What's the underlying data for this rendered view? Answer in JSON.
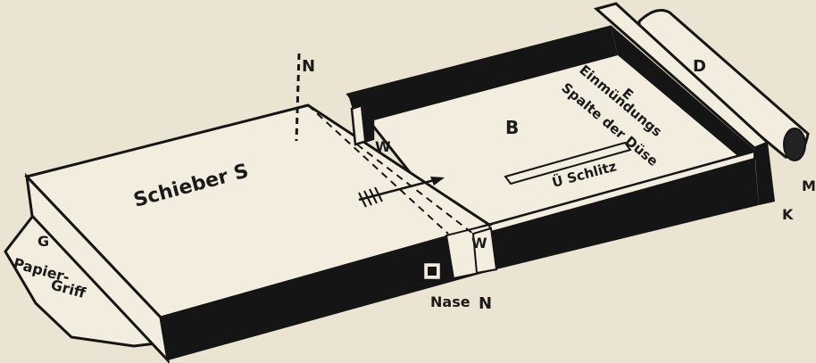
{
  "colors": {
    "paper": "#ece4d2",
    "ink": "#151515",
    "light_face": "#f3eddf",
    "shade": "#d9d0bc"
  },
  "labels": {
    "schieber": "Schieber S",
    "b": "B",
    "n_top": "N",
    "w_top": "W",
    "w_bottom": "W",
    "e": "E",
    "muendung_1": "Einmündungs",
    "muendung_2": "Spalte der Düse",
    "schlitz": "Ü Schlitz",
    "d": "D",
    "k": "K",
    "m": "M",
    "g": "G",
    "papier": "Papier-",
    "griff": "Griff",
    "nase": "Nase",
    "nase_n": "N"
  }
}
